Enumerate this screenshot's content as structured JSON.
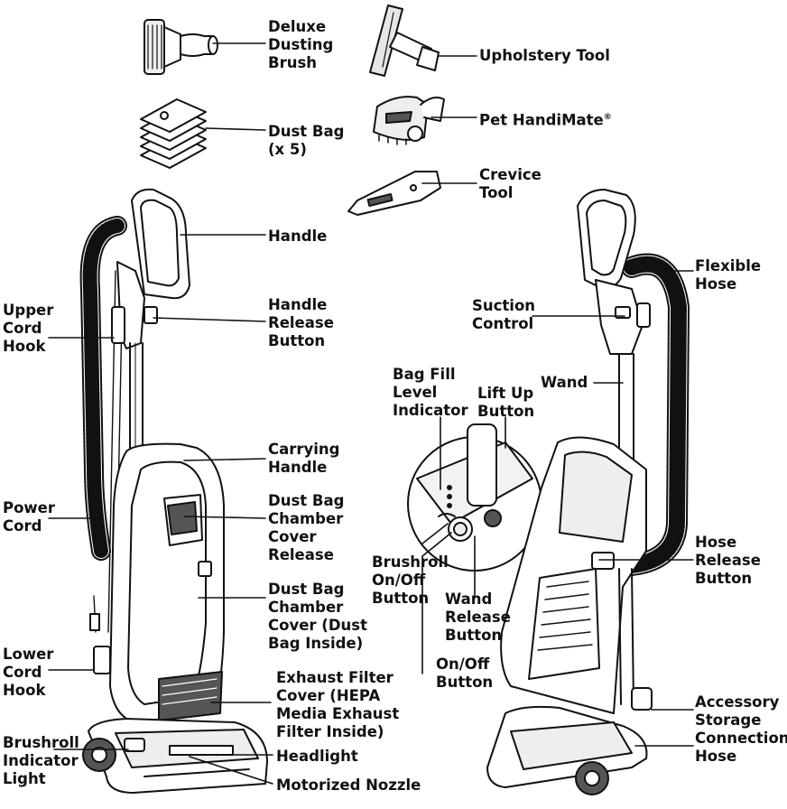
{
  "labels": {
    "deluxe_dusting_brush": "Deluxe\nDusting\nBrush",
    "upholstery_tool": "Upholstery Tool",
    "dust_bag": "Dust Bag\n(x 5)",
    "pet_handimate": "Pet HandiMate",
    "pet_handimate_mark": "®",
    "crevice_tool": "Crevice\nTool",
    "handle": "Handle",
    "upper_cord_hook": "Upper\nCord\nHook",
    "handle_release_button": "Handle\nRelease\nButton",
    "flexible_hose": "Flexible\nHose",
    "suction_control": "Suction\nControl",
    "bag_fill_level_indicator": "Bag Fill\nLevel\nIndicator",
    "lift_up_button": "Lift Up\nButton",
    "wand": "Wand",
    "carrying_handle": "Carrying\nHandle",
    "power_cord": "Power\nCord",
    "dust_bag_chamber_cover_release": "Dust Bag\nChamber\nCover\nRelease",
    "hose_release_button": "Hose\nRelease\nButton",
    "brushroll_on_off_button": "Brushroll\nOn/Off\nButton",
    "dust_bag_chamber_cover": "Dust Bag\nChamber\nCover (Dust\nBag Inside)",
    "wand_release_button": "Wand\nRelease\nButton",
    "lower_cord_hook": "Lower\nCord\nHook",
    "on_off_button": "On/Off\nButton",
    "exhaust_filter_cover": "Exhaust Filter\nCover (HEPA\nMedia Exhaust\nFilter Inside)",
    "accessory_storage": "Accessory\nStorage\nConnection\nHose",
    "brushroll_indicator_light": "Brushroll\nIndicator\nLight",
    "headlight": "Headlight",
    "motorized_nozzle": "Motorized Nozzle"
  },
  "colors": {
    "line": "#111111",
    "fill_light": "#f2f2f2",
    "fill_mid": "#d9d9d9",
    "fill_dark": "#555555"
  }
}
